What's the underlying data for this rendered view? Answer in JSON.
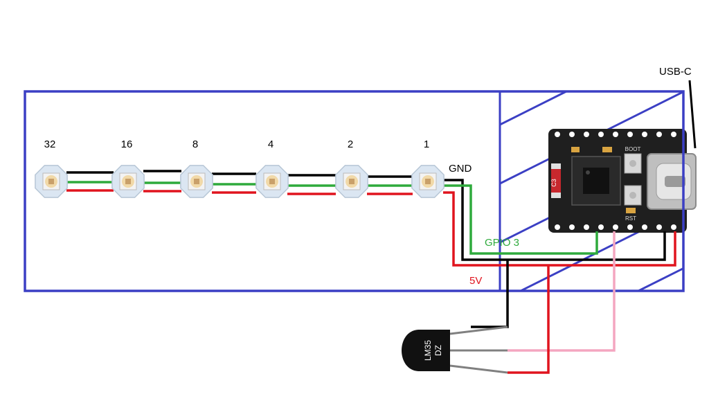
{
  "led_labels": [
    "32",
    "16",
    "8",
    "4",
    "2",
    "1"
  ],
  "labels": {
    "gnd": "GND",
    "gpio": "GPIO 3",
    "v5": "5V",
    "usb": "USB-C",
    "sensor_line1": "LM35",
    "sensor_line2": "DZ"
  },
  "board_silkscreen": {
    "boot": "BOOT",
    "rst": "RST",
    "c3": "C3"
  },
  "colors": {
    "enclosure": "#3b3fc4",
    "hatch": "#3b3fc4",
    "gnd_wire": "#000000",
    "data_wire": "#2eaa3c",
    "power_wire": "#e0141e",
    "sensor_signal_wire": "#f4a6c0",
    "sensor_lead": "#808080",
    "gpio_label": "#2eaa3c",
    "v5_label": "#e0141e",
    "board": "#1f1f1f",
    "pads": "#d9a441",
    "led_pcb": "#dbe6f2"
  },
  "icons": [
    "ws2812-led-icon",
    "esp32-c3-board-icon",
    "lm35-sensor-icon",
    "usb-c-connector-icon"
  ]
}
